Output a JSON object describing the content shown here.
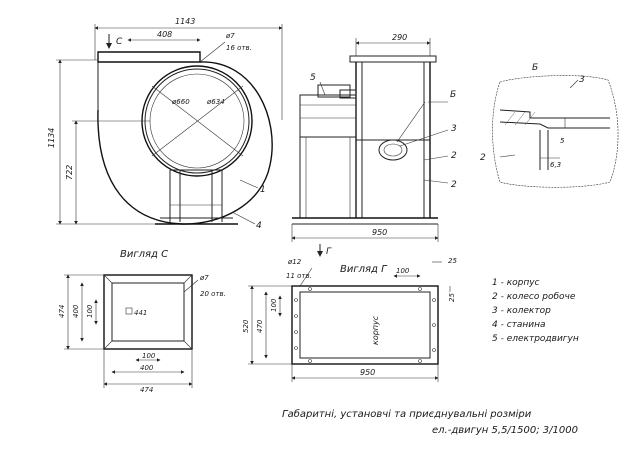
{
  "dimensions": {
    "total_width": "1143",
    "top_408": "408",
    "height_1134": "1134",
    "height_722": "722",
    "hole_d7": "ø7",
    "holes_16": "16 отв.",
    "d660": "ø660",
    "d634": "ø634",
    "side_290": "290",
    "side_950": "950",
    "view_c_474_left": "474",
    "view_c_400_left": "400",
    "view_c_100_left": "100",
    "view_c_441": "441",
    "view_c_d7": "ø7",
    "view_c_holes": "20 отв.",
    "view_c_bottom_100": "100",
    "view_c_bottom_400": "400",
    "view_c_bottom_474": "474",
    "view_g_d12": "ø12",
    "view_g_holes": "11 отв.",
    "view_g_100_top": "100",
    "view_g_25_top": "25",
    "view_g_25_side": "25",
    "view_g_520": "520",
    "view_g_470": "470",
    "view_g_100_left": "100",
    "view_g_950": "950",
    "detail_5": "5",
    "detail_63": "6,3"
  },
  "labels": {
    "section_c": "С",
    "section_g": "Г",
    "view_c_title": "Вигляд С",
    "view_g_title": "Вигляд Г",
    "view_b": "Б",
    "detail_b": "Б",
    "korpus_vertical": "корпус",
    "front_1": "1",
    "front_4": "4",
    "side_5": "5",
    "side_b": "Б",
    "side_3": "3",
    "side_2a": "2",
    "side_2b": "2",
    "detail_3": "3",
    "detail_2": "2"
  },
  "legend": [
    "1 - корпус",
    "2 - колесо робоче",
    "3 - колектор",
    "4 - станина",
    "5 - електродвигун"
  ],
  "caption": {
    "line1": "Габаритні, установчі та приєднувальні розміри",
    "line2": "ел.-двигун 5,5/1500; 3/1000"
  }
}
